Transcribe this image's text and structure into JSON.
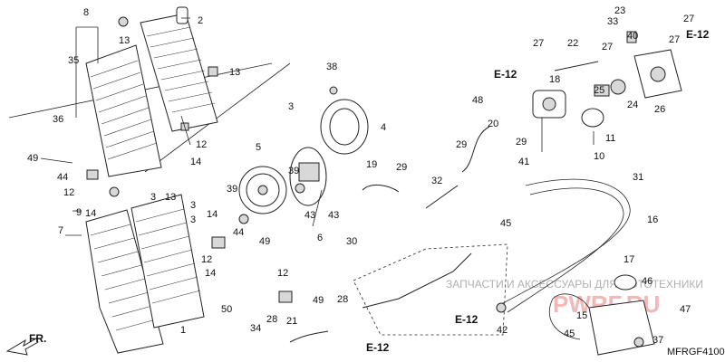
{
  "diagram": {
    "code": "MFRGF4100",
    "front_arrow": "FR.",
    "references": [
      "E-12",
      "E-12",
      "E-12",
      "E-12"
    ],
    "part_numbers": [
      "1",
      "2",
      "3",
      "3",
      "3",
      "3",
      "4",
      "5",
      "6",
      "7",
      "8",
      "9",
      "10",
      "11",
      "12",
      "12",
      "12",
      "12",
      "13",
      "13",
      "13",
      "14",
      "14",
      "14",
      "14",
      "15",
      "16",
      "17",
      "18",
      "19",
      "20",
      "21",
      "22",
      "23",
      "24",
      "25",
      "26",
      "27",
      "27",
      "27",
      "27",
      "28",
      "28",
      "29",
      "29",
      "29",
      "30",
      "31",
      "32",
      "33",
      "34",
      "35",
      "36",
      "37",
      "38",
      "39",
      "39",
      "40",
      "41",
      "42",
      "43",
      "43",
      "44",
      "44",
      "45",
      "45",
      "46",
      "47",
      "48",
      "49",
      "49",
      "49",
      "50"
    ]
  },
  "watermark": {
    "text": "ЗАПЧАСТИ И АКСЕССУАРЫ ДЛЯ МОТОТЕХНИКИ",
    "brand": "PWRF.RU"
  }
}
